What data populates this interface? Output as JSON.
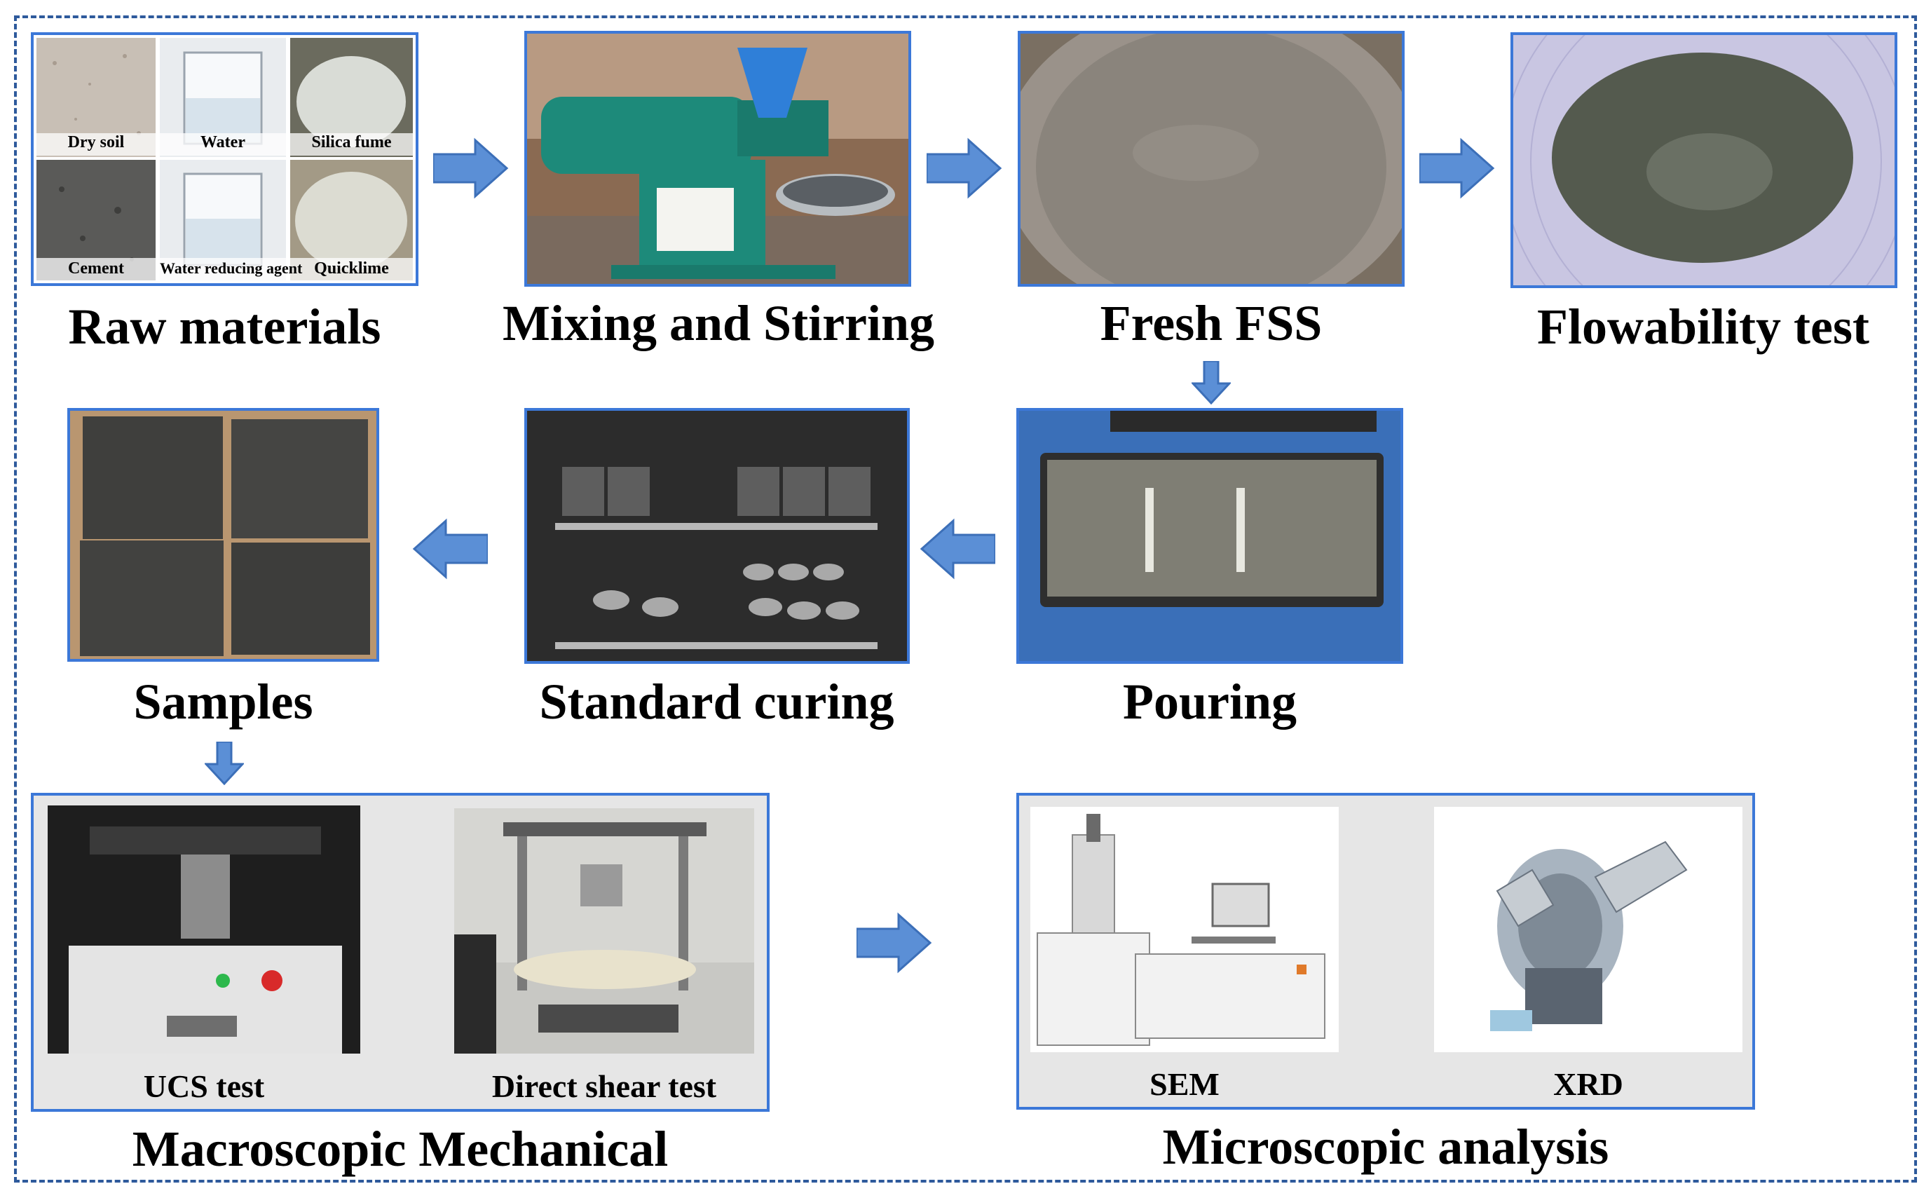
{
  "row1": {
    "raw_materials": {
      "title": "Raw materials",
      "tiles": [
        "Dry soil",
        "Water",
        "Silica fume",
        "Cement",
        "Water reducing agent",
        "Quicklime"
      ]
    },
    "mixing_title": "Mixing and Stirring",
    "fresh_title": "Fresh FSS",
    "flow_title": "Flowability test"
  },
  "row2": {
    "samples_title": "Samples",
    "curing_title": "Standard curing",
    "pouring_title": "Pouring"
  },
  "row3": {
    "macro": {
      "title": "Macroscopic Mechanical",
      "left_label": "UCS test",
      "right_label": "Direct shear test"
    },
    "micro": {
      "title": "Microscopic analysis",
      "left_label": "SEM",
      "right_label": "XRD"
    }
  },
  "colors": {
    "frame": "#2e5a9c",
    "box_border": "#3c78d8",
    "arrow": "#5b8fd6",
    "panel_bg": "#e6e6e6"
  }
}
